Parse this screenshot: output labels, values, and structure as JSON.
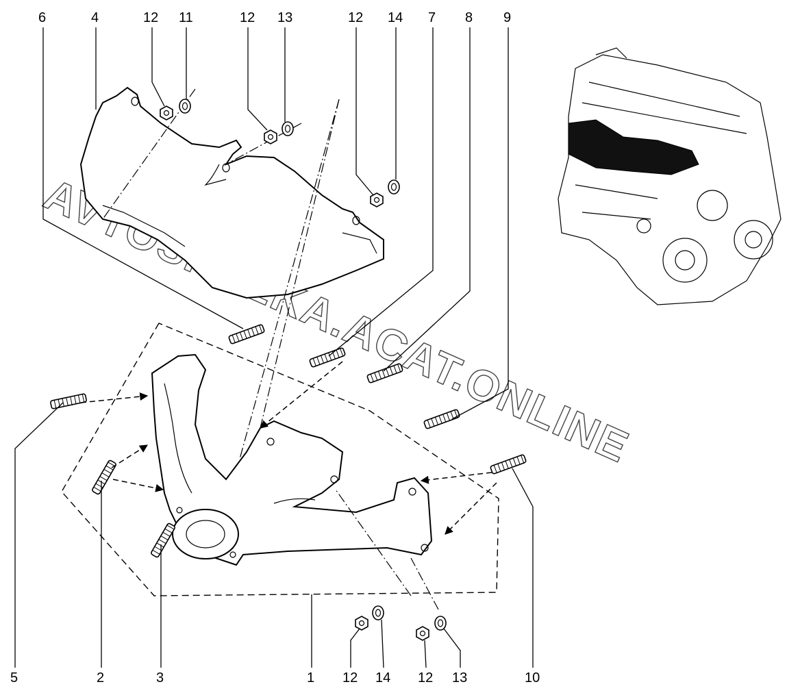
{
  "callouts": {
    "c1": "1",
    "c2": "2",
    "c3": "3",
    "c4": "4",
    "c5": "5",
    "c6": "6",
    "c7": "7",
    "c8": "8",
    "c9": "9",
    "c10": "10",
    "c11": "11",
    "c12a": "12",
    "c12b": "12",
    "c12c": "12",
    "c12d": "12",
    "c12e": "12",
    "c13a": "13",
    "c13b": "13",
    "c14a": "14",
    "c14b": "14"
  },
  "watermark": "AVTOSKAZKA.ACAT.ONLINE",
  "icons": [
    "engine-thumbnail-icon",
    "heat-shield-icon",
    "exhaust-manifold-icon",
    "stud-icon",
    "nut-icon",
    "washer-icon"
  ]
}
